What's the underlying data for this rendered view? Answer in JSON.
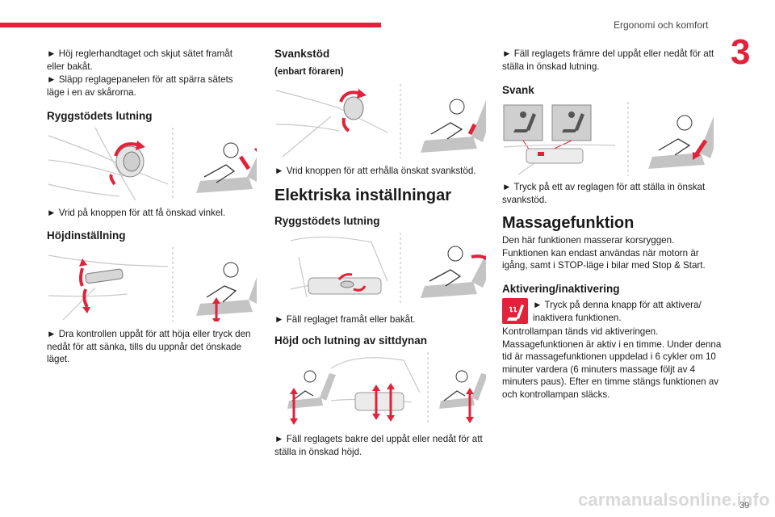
{
  "header": {
    "title": "Ergonomi och komfort",
    "chapter": "3",
    "page": "39"
  },
  "col1": {
    "intro_1": "► Höj reglerhandtaget och skjut sätet framåt eller bakåt.",
    "intro_2": "► Släpp reglagepanelen för att spärra sätets läge i en av skårorna.",
    "h_rygg": "Ryggstödets lutning",
    "rygg_text": "► Vrid på knoppen för att få önskad vinkel.",
    "h_hojd": "Höjdinställning",
    "hojd_text": "► Dra kontrollen uppåt för att höja eller tryck den nedåt för att sänka, tills du uppnår det önskade läget."
  },
  "col2": {
    "h_svank": "Svankstöd",
    "sub_svank": "(enbart föraren)",
    "svank_text": "► Vrid knoppen för att erhålla önskat svankstöd.",
    "h_elektriska": "Elektriska inställningar",
    "h_rygg": "Ryggstödets lutning",
    "rygg_text": "► Fäll reglaget framåt eller bakåt.",
    "h_sittdyna": "Höjd och lutning av sittdynan",
    "sittdyna_text": "► Fäll reglagets bakre del uppåt eller nedåt för att ställa in önskad höjd."
  },
  "col3": {
    "top_text": "► Fäll reglagets främre del uppåt eller nedåt för att ställa in önskad lutning.",
    "h_svank": "Svank",
    "svank_text": "► Tryck på ett av reglagen för att ställa in önskat svankstöd.",
    "h_massage": "Massagefunktion",
    "massage_text": "Den här funktionen masserar korsryggen. Funktionen kan endast användas när motorn är igång, samt i STOP-läge i bilar med Stop & Start.",
    "h_aktivering": "Aktivering/inaktivering",
    "akt_step": "► Tryck på denna knapp för att aktivera/ inaktivera funktionen.",
    "akt_text": "Kontrollampan tänds vid aktiveringen. Massagefunktionen är aktiv i en timme. Under denna tid är massagefunktionen uppdelad i 6 cykler om 10 minuter vardera (6 minuters massage följt av 4 minuters paus). Efter en timme stängs funktionen av och kontrollampan släcks."
  },
  "footer": {
    "watermark": "carmanualsonline.info"
  },
  "colors": {
    "accent": "#e2223a",
    "illustration_gray": "#bfbfbf"
  }
}
